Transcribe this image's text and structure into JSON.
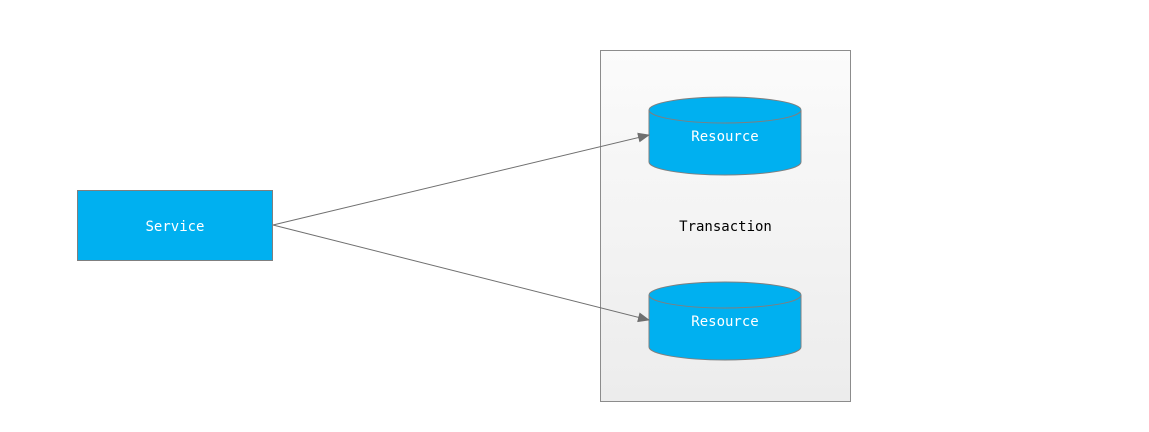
{
  "diagram": {
    "service": {
      "label": "Service",
      "color": "#00B0F0"
    },
    "container": {
      "label": "Transaction",
      "fill_top": "#FAFAFA",
      "fill_bottom": "#EDEDED",
      "stroke": "#8C8C8C"
    },
    "resources": [
      {
        "label": "Resource",
        "color": "#00B0F0"
      },
      {
        "label": "Resource",
        "color": "#00B0F0"
      }
    ],
    "edges": [
      {
        "from": "Service",
        "to": "Resource 1"
      },
      {
        "from": "Service",
        "to": "Resource 2"
      }
    ],
    "colors": {
      "shape_stroke": "#7F7F7F",
      "arrow": "#6F6F6F",
      "text_on_blue": "#FFFFFF",
      "text_dark": "#000000"
    }
  }
}
